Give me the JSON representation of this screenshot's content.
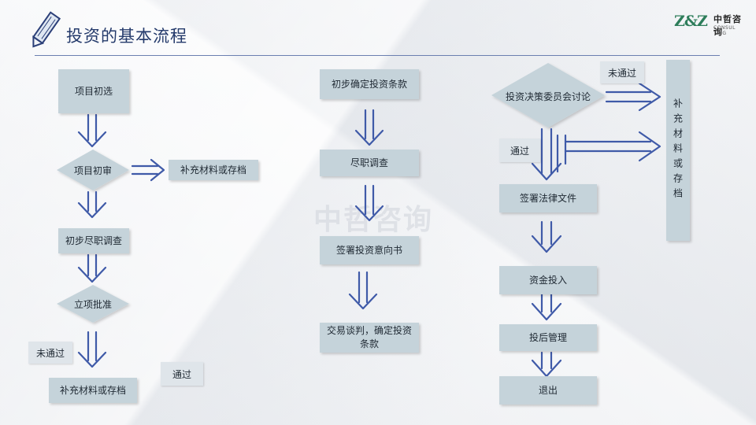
{
  "header": {
    "title": "投资的基本流程"
  },
  "logo": {
    "mark": "Z&Z",
    "cn": "中哲咨询",
    "en": "CONSUL TING"
  },
  "watermark": "中哲咨询",
  "left_column": {
    "step1": "项目初选",
    "step2": "项目初审",
    "step2_side": "补充材料或存档",
    "step3": "初步尽职调查",
    "step4": "立项批准",
    "fail_note": "未通过",
    "fail_box": "补充材料或存档",
    "pass_note": "通过"
  },
  "middle_column": {
    "step1": "初步确定投资条款",
    "step2": "尽职调查",
    "step3": "签署投资意向书",
    "step4": "交易谈判，确定投资条款"
  },
  "right_column": {
    "decision": "投资决策委员会讨论",
    "fail_note": "未通过",
    "pass_note": "通过",
    "side_box": "补充材料或存档",
    "step1": "签署法律文件",
    "step2": "资金投入",
    "step3": "投后管理",
    "step4": "退出"
  },
  "colors": {
    "box": "#c5d3da",
    "arrow": "#3f5aa8",
    "title": "#243a6b"
  }
}
